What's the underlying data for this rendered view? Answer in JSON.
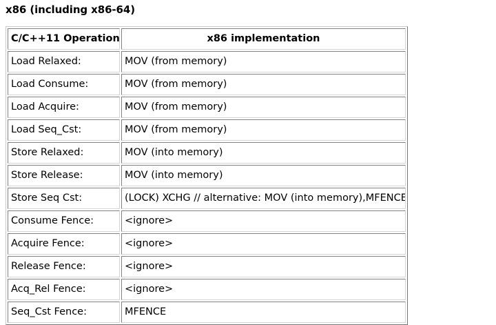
{
  "page": {
    "heading": "x86 (including x86-64)",
    "background_color": "#ffffff",
    "text_color": "#000000",
    "border_color": "#d4d4d4"
  },
  "table": {
    "columns": [
      "C/C++11 Operation",
      "x86 implementation"
    ],
    "rows": [
      {
        "operation": "Load Relaxed:",
        "implementation": "MOV (from memory)"
      },
      {
        "operation": "Load Consume:",
        "implementation": "MOV (from memory)"
      },
      {
        "operation": "Load Acquire:",
        "implementation": "MOV (from memory)"
      },
      {
        "operation": "Load Seq_Cst:",
        "implementation": "MOV (from memory)"
      },
      {
        "operation": "Store Relaxed:",
        "implementation": "MOV (into memory)"
      },
      {
        "operation": "Store Release:",
        "implementation": "MOV (into memory)"
      },
      {
        "operation": "Store Seq Cst:",
        "implementation": "(LOCK) XCHG // alternative: MOV (into memory),MFENCE"
      },
      {
        "operation": "Consume Fence:",
        "implementation": "<ignore>"
      },
      {
        "operation": "Acquire Fence:",
        "implementation": "<ignore>"
      },
      {
        "operation": "Release Fence:",
        "implementation": "<ignore>"
      },
      {
        "operation": "Acq_Rel Fence:",
        "implementation": "<ignore>"
      },
      {
        "operation": "Seq_Cst Fence:",
        "implementation": "MFENCE"
      }
    ]
  }
}
